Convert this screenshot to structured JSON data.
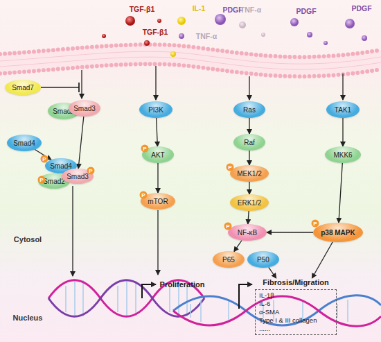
{
  "diagram": {
    "nodes": [
      {
        "text": [
          "Smad7"
        ]
      },
      {
        "text": [
          "Smad2"
        ]
      },
      {
        "text": [
          "Smad3"
        ]
      },
      {
        "text": [
          "Smad4"
        ]
      },
      {
        "text": [
          "Smad4"
        ]
      },
      {
        "text": [
          "Smad2"
        ]
      },
      {
        "text": [
          "Smad3"
        ]
      },
      {
        "text": [
          "PI3K"
        ]
      },
      {
        "text": [
          "AKT"
        ]
      },
      {
        "text": [
          "mTOR"
        ]
      },
      {
        "text": [
          "Ras"
        ]
      },
      {
        "text": [
          "Raf"
        ]
      },
      {
        "text": [
          "MEK1/2"
        ]
      },
      {
        "text": [
          "ERK1/2"
        ]
      },
      {
        "text": [
          "NF-κB"
        ]
      },
      {
        "text": [
          "P65"
        ]
      },
      {
        "text": [
          "P50"
        ]
      },
      {
        "text": [
          "TAK1"
        ]
      },
      {
        "text": [
          "MKK6"
        ]
      },
      {
        "text": [
          "p38 MAPK"
        ]
      },
      {
        "text": [
          "Fibrosis/Migration",
          "IL-1β",
          "IL-6",
          "α-SMA",
          "Type I & III collagen",
          "......"
        ]
      }
    ],
    "edges": [
      {
        "from": 7,
        "to": 8,
        "arrow": "to"
      },
      {
        "from": 8,
        "to": 9,
        "arrow": "to"
      },
      {
        "from": 10,
        "to": 11,
        "arrow": "to"
      },
      {
        "from": 11,
        "to": 12,
        "arrow": "to"
      },
      {
        "from": 12,
        "to": 13,
        "arrow": "to"
      },
      {
        "from": 13,
        "to": 14,
        "arrow": "to"
      },
      {
        "from": 14,
        "to": 15,
        "arrow": "to"
      },
      {
        "from": 17,
        "to": 18,
        "arrow": "to"
      },
      {
        "from": 18,
        "to": 19,
        "arrow": "to"
      },
      {
        "from": 19,
        "to": 14,
        "arrow": "to"
      },
      {
        "from": 2,
        "to": 6,
        "arrow": "to"
      },
      {
        "from": 3,
        "to": 4,
        "arrow": "to"
      },
      {
        "from": 16,
        "to": 20,
        "arrow": "to"
      },
      {
        "from": 19,
        "to": 20,
        "arrow": "to"
      }
    ],
    "labels": [
      "TGF-β1",
      "IL-1",
      "PDGF",
      "TGF-β1",
      "TNF-α",
      "TNF-α",
      "PDGF",
      "PDGF",
      "P",
      "P",
      "P",
      "P",
      "P",
      "P",
      "P",
      "P",
      "Proliferation",
      "Cytosol",
      "Nucleus"
    ]
  }
}
